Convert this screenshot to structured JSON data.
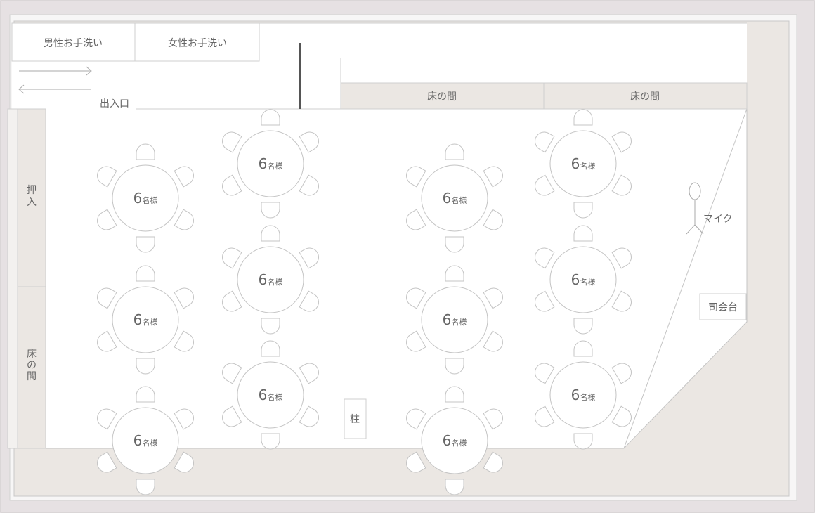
{
  "restrooms": {
    "mens": "男性お手洗い",
    "womens": "女性お手洗い"
  },
  "entrance": "出入口",
  "tokonoma_label": "床の間",
  "oshiire": "押入",
  "pillar": "柱",
  "mic": "マイク",
  "podium": "司会台",
  "table": {
    "seats_number": "6",
    "seats_suffix": "名様"
  },
  "colors": {
    "background": "#e6e1e3",
    "floor": "#ffffff",
    "alcove": "#ebe7e3",
    "line": "#bdbdbd",
    "text": "#666666"
  }
}
